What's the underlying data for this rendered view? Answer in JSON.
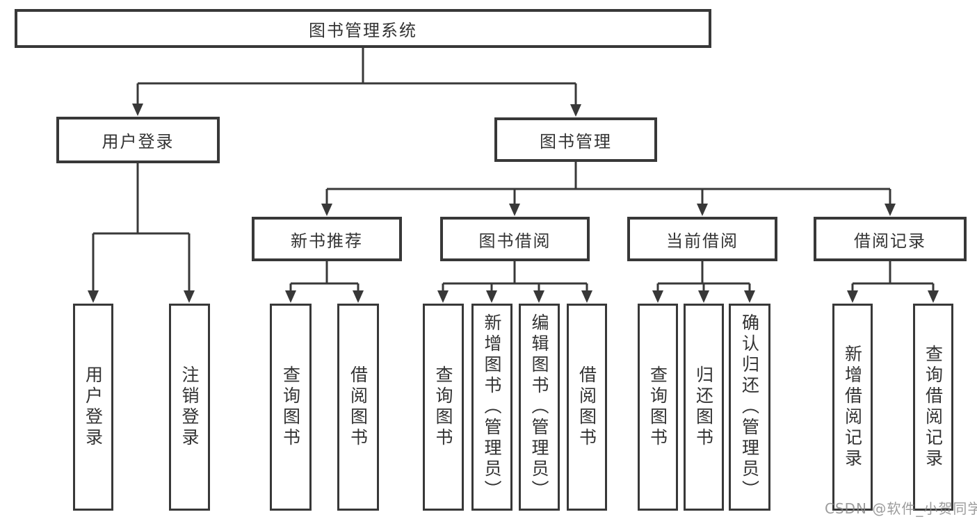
{
  "tree": {
    "label": "图书管理系统",
    "children": [
      {
        "label": "用户登录",
        "children": [
          {
            "label": "用户登录"
          },
          {
            "label": "注销登录"
          }
        ]
      },
      {
        "label": "图书管理",
        "children": [
          {
            "label": "新书推荐",
            "children": [
              {
                "label": "查询图书"
              },
              {
                "label": "借阅图书"
              }
            ]
          },
          {
            "label": "图书借阅",
            "children": [
              {
                "label": "查询图书"
              },
              {
                "label": "新增图书（管理员）"
              },
              {
                "label": "编辑图书（管理员）"
              },
              {
                "label": "借阅图书"
              }
            ]
          },
          {
            "label": "当前借阅",
            "children": [
              {
                "label": "查询图书"
              },
              {
                "label": "归还图书"
              },
              {
                "label": "确认归还（管理员）"
              }
            ]
          },
          {
            "label": "借阅记录",
            "children": [
              {
                "label": "新增借阅记录"
              },
              {
                "label": "查询借阅记录"
              }
            ]
          }
        ]
      }
    ]
  },
  "watermark": {
    "text": "CSDN @软件_小贺同学"
  },
  "colors": {
    "line": "#383838",
    "text": "#333333",
    "background": "#ffffff",
    "watermark": "#868686"
  }
}
